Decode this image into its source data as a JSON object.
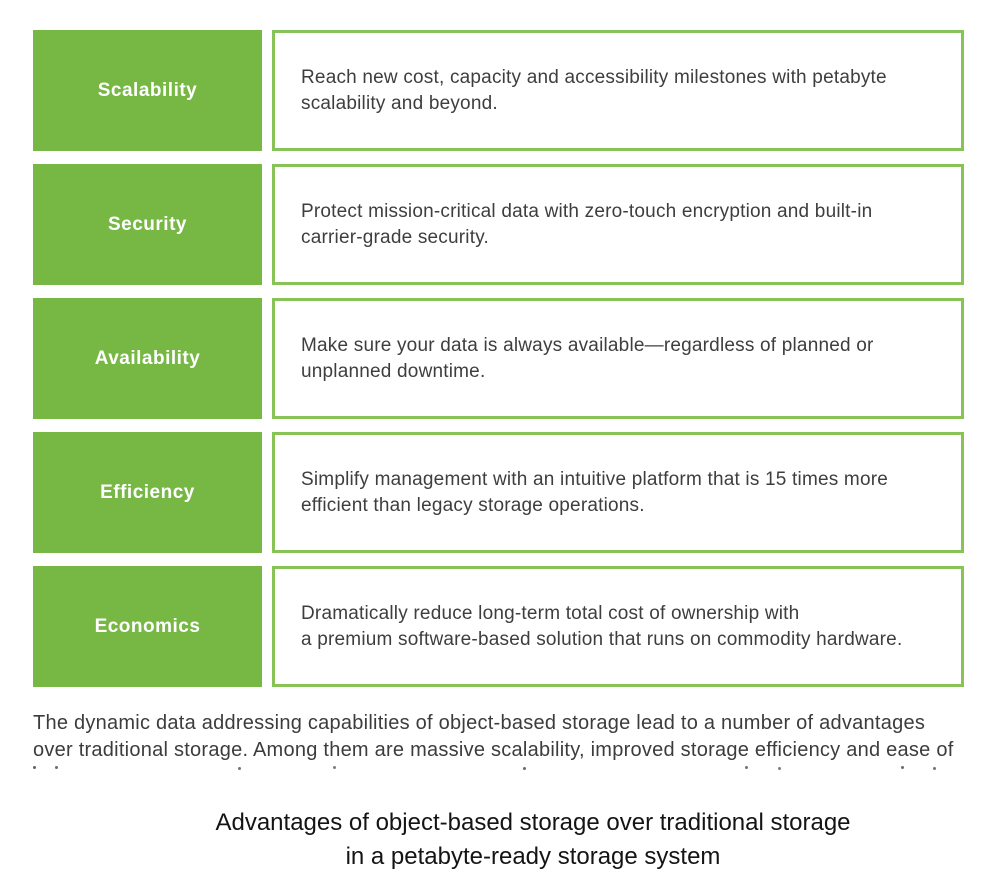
{
  "figure": {
    "rows": [
      {
        "label": "Scalability",
        "description": "Reach new cost, capacity and accessibility milestones with petabyte\nscalability and beyond."
      },
      {
        "label": "Security",
        "description": "Protect mission-critical data with zero-touch encryption and built-in\ncarrier-grade security."
      },
      {
        "label": "Availability",
        "description": "Make sure your data is always available—regardless of planned or\nunplanned downtime."
      },
      {
        "label": "Efficiency",
        "description": "Simplify management with an intuitive platform that is 15 times more\nefficient than legacy storage operations."
      },
      {
        "label": "Economics",
        "description": "Dramatically reduce long-term total cost of ownership with\na premium software-based solution that runs on commodity hardware."
      }
    ],
    "colors": {
      "box_green": "#76b843",
      "border_green": "#87c356",
      "text_dark": "#3e3e3e"
    }
  },
  "body_text": {
    "paragraph": "The dynamic data addressing capabilities of object-based storage lead to a number of advantages\nover traditional storage. Among them are massive scalability, improved storage efficiency and ease of"
  },
  "caption": {
    "text": "Advantages of object-based storage over traditional storage\nin a petabyte-ready storage system"
  }
}
